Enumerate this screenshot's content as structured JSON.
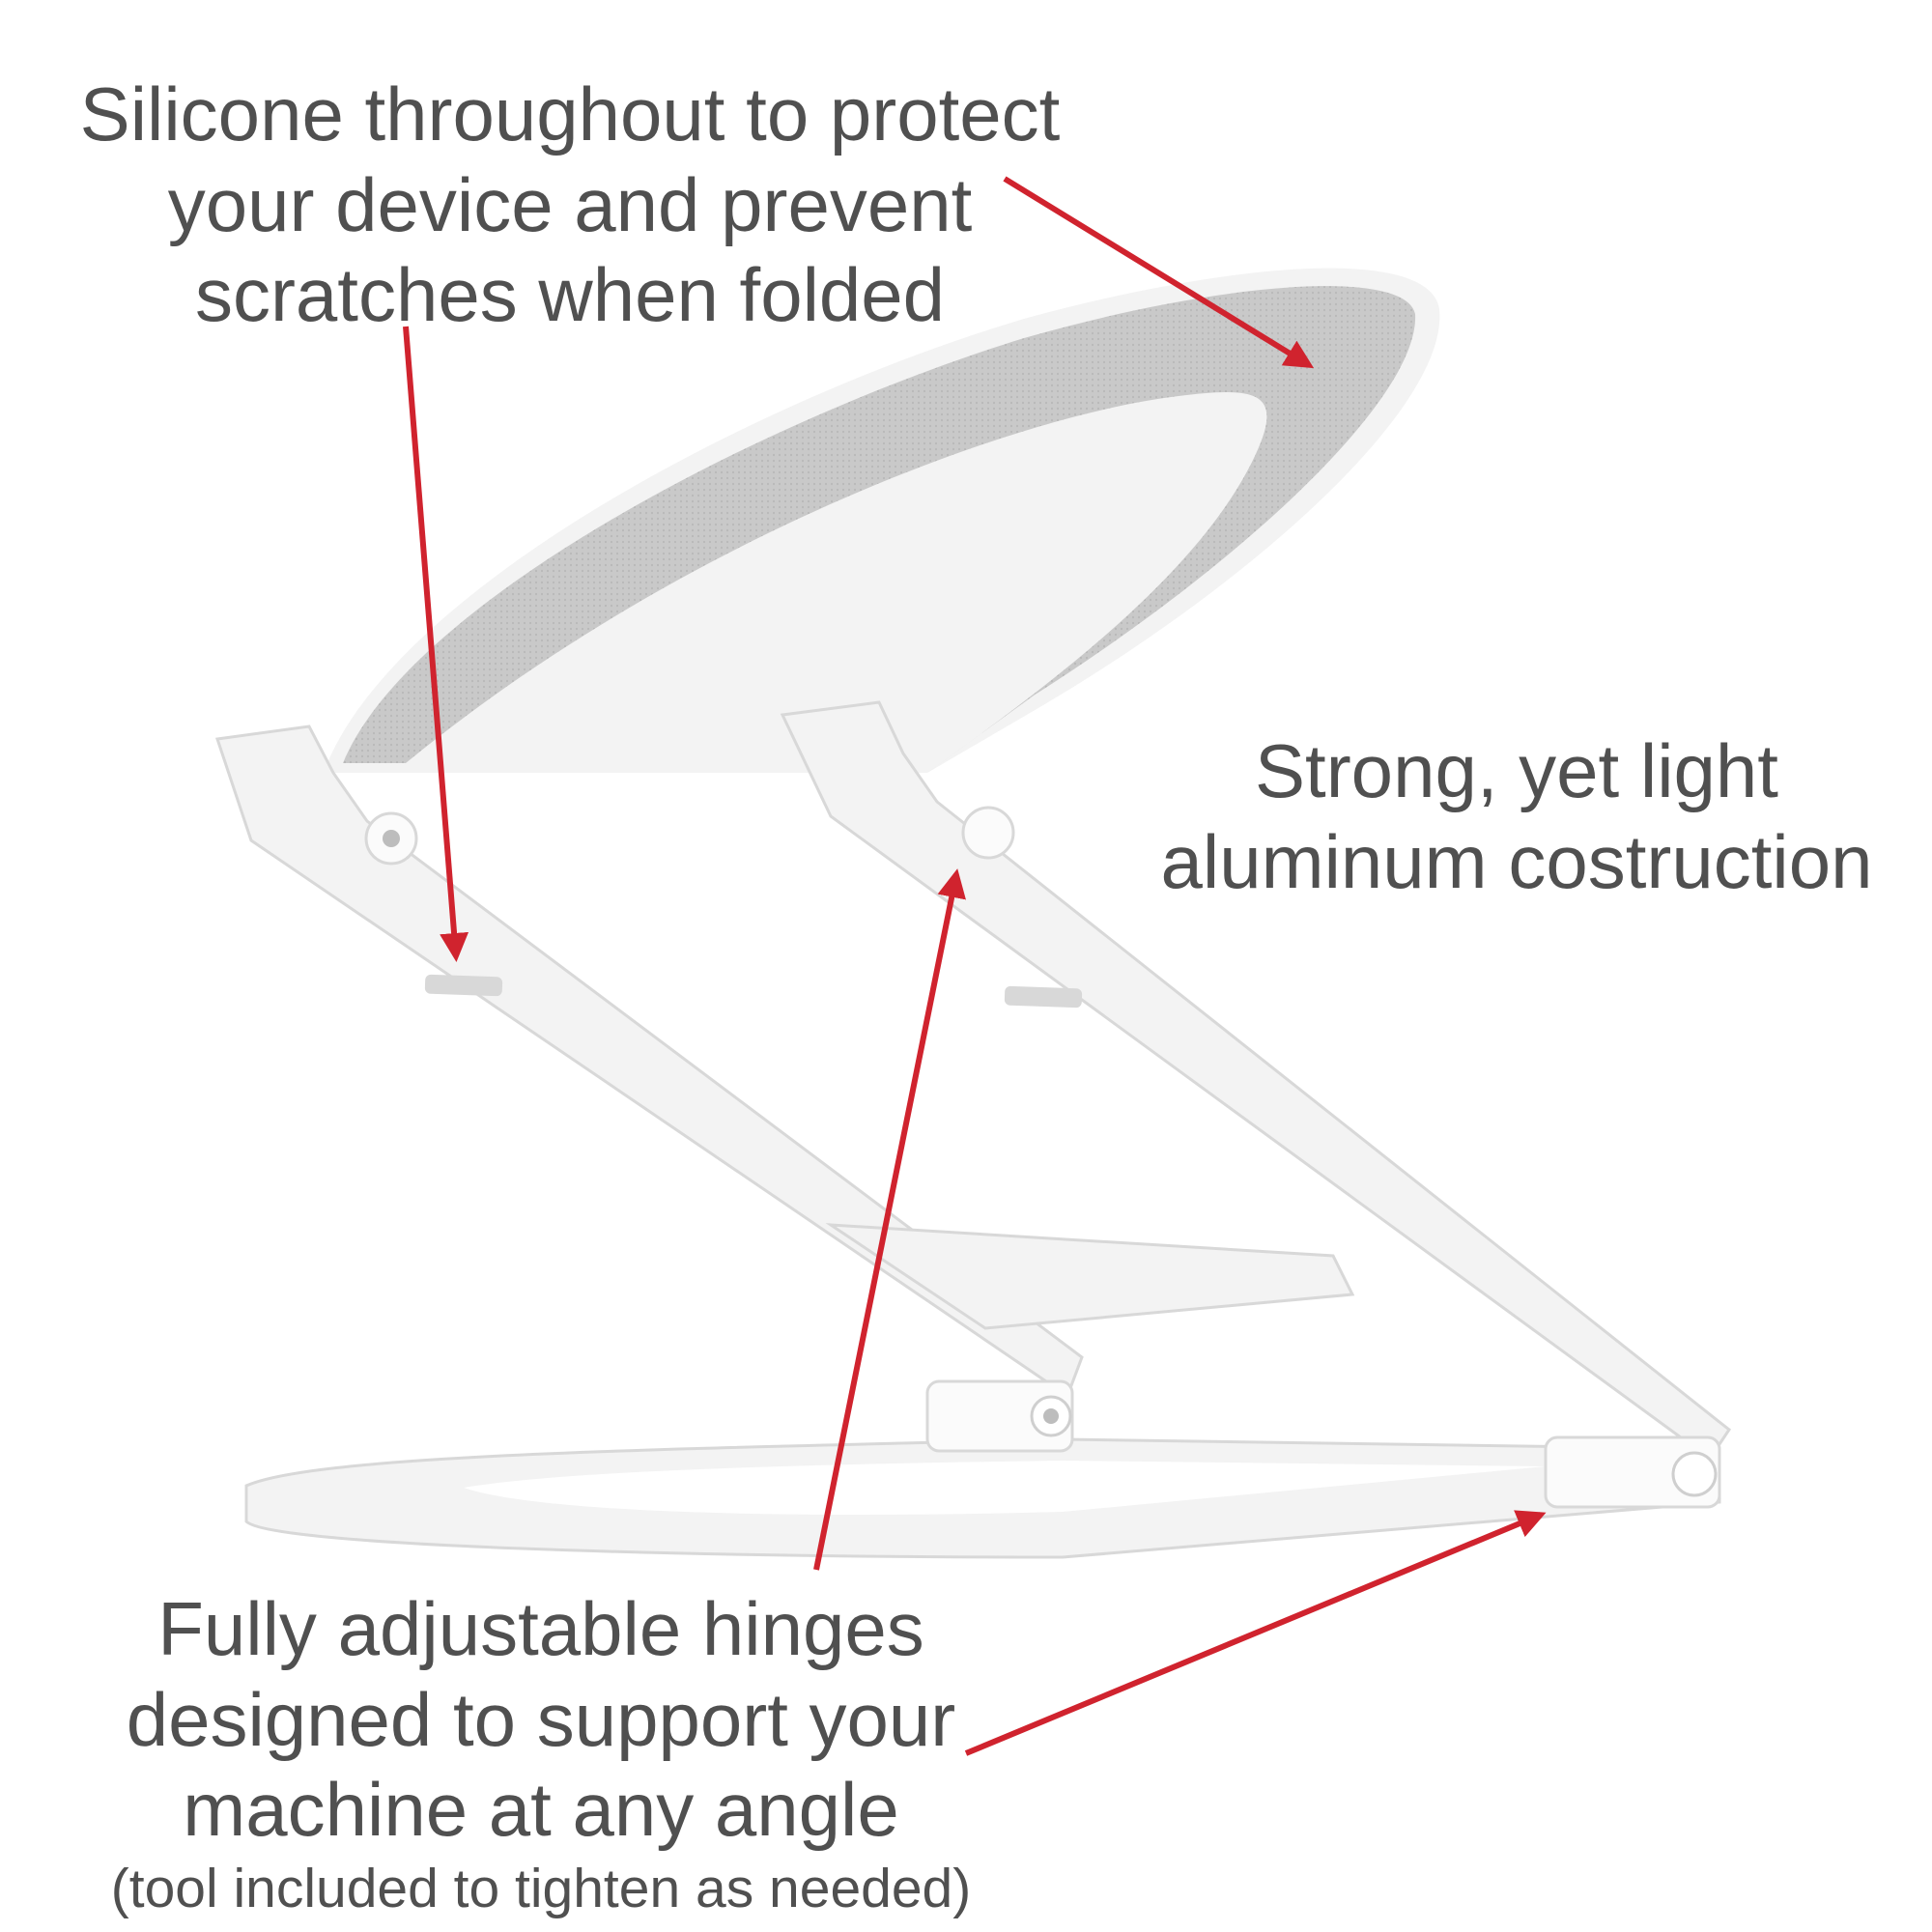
{
  "colors": {
    "background": "#ffffff",
    "text": "#505050",
    "arrow": "#d0232e",
    "stand_body": "#f3f3f3",
    "stand_edge": "#d8d8d8",
    "silicone_pad": "#c9c9c9"
  },
  "product": "white aluminum laptop stand",
  "captions": {
    "silicone": {
      "lines": [
        "Silicone throughout to protect",
        "your device and prevent",
        "scratches when folded"
      ]
    },
    "strength": {
      "lines": [
        "Strong, yet light",
        "aluminum costruction"
      ]
    },
    "hinges": {
      "lines": [
        "Fully adjustable hinges",
        "designed to support your",
        "machine at any angle"
      ],
      "note": "(tool included to tighten as needed)"
    }
  }
}
